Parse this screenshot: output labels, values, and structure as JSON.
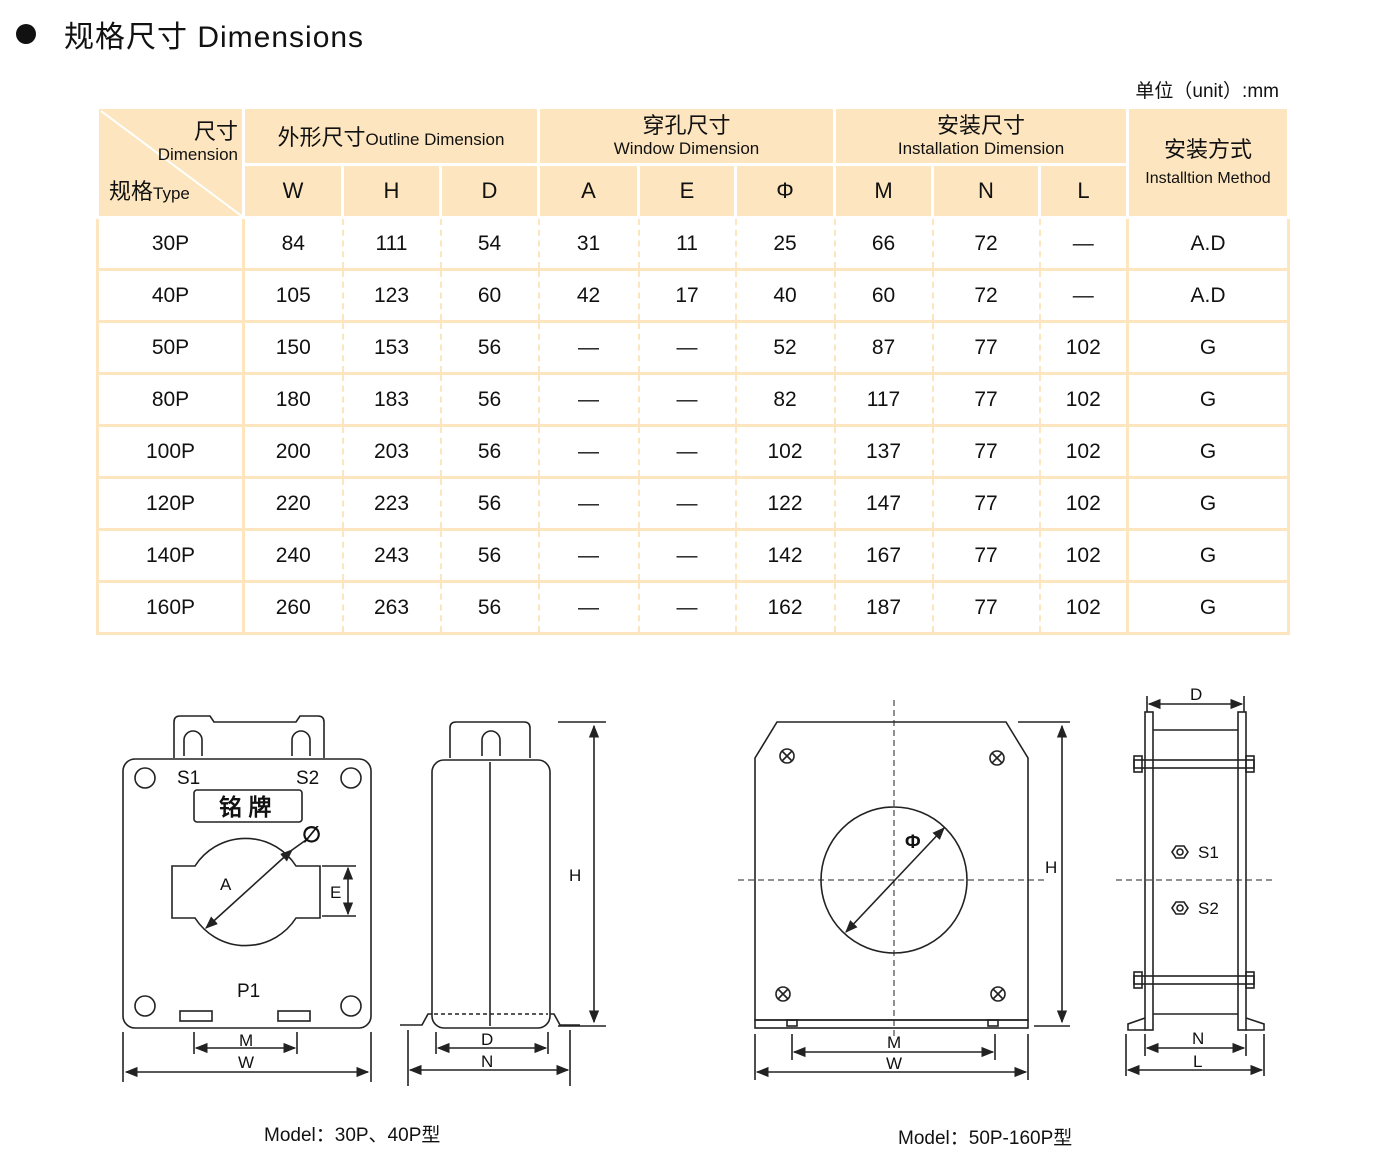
{
  "heading": {
    "title": "规格尺寸  Dimensions"
  },
  "unit": "单位（unit）:mm",
  "table": {
    "corner_top_cn": "尺寸",
    "corner_top_en": "Dimension",
    "corner_bottom_cn": "规格",
    "corner_bottom_en": "Type",
    "groups": {
      "outline_cn": "外形尺寸",
      "outline_en": "Outline Dimension",
      "window_cn": "穿孔尺寸",
      "window_en": "Window Dimension",
      "install_cn": "安装尺寸",
      "install_en": "Installation Dimension",
      "method_cn": "安装方式",
      "method_en": "Installtion Method"
    },
    "columns": [
      "W",
      "H",
      "D",
      "A",
      "E",
      "Φ",
      "M",
      "N",
      "L"
    ],
    "rows": [
      [
        "30P",
        "84",
        "111",
        "54",
        "31",
        "11",
        "25",
        "66",
        "72",
        "—",
        "A.D"
      ],
      [
        "40P",
        "105",
        "123",
        "60",
        "42",
        "17",
        "40",
        "60",
        "72",
        "—",
        "A.D"
      ],
      [
        "50P",
        "150",
        "153",
        "56",
        "—",
        "—",
        "52",
        "87",
        "77",
        "102",
        "G"
      ],
      [
        "80P",
        "180",
        "183",
        "56",
        "—",
        "—",
        "82",
        "117",
        "77",
        "102",
        "G"
      ],
      [
        "100P",
        "200",
        "203",
        "56",
        "—",
        "—",
        "102",
        "137",
        "77",
        "102",
        "G"
      ],
      [
        "120P",
        "220",
        "223",
        "56",
        "—",
        "—",
        "122",
        "147",
        "77",
        "102",
        "G"
      ],
      [
        "140P",
        "240",
        "243",
        "56",
        "—",
        "—",
        "142",
        "167",
        "77",
        "102",
        "G"
      ],
      [
        "160P",
        "260",
        "263",
        "56",
        "—",
        "—",
        "162",
        "187",
        "77",
        "102",
        "G"
      ]
    ]
  },
  "drawing_labels": {
    "s1": "S1",
    "s2": "S2",
    "nameplate": "铭 牌",
    "phi": "∅",
    "a": "A",
    "e": "E",
    "p1": "P1",
    "m": "M",
    "w": "W",
    "h": "H",
    "d": "D",
    "n": "N",
    "phi2": "Φ",
    "l": "L",
    "s1b": "S1",
    "s2b": "S2"
  },
  "captions": {
    "small": "Model：30P、40P型",
    "large": "Model：50P-160P型"
  }
}
